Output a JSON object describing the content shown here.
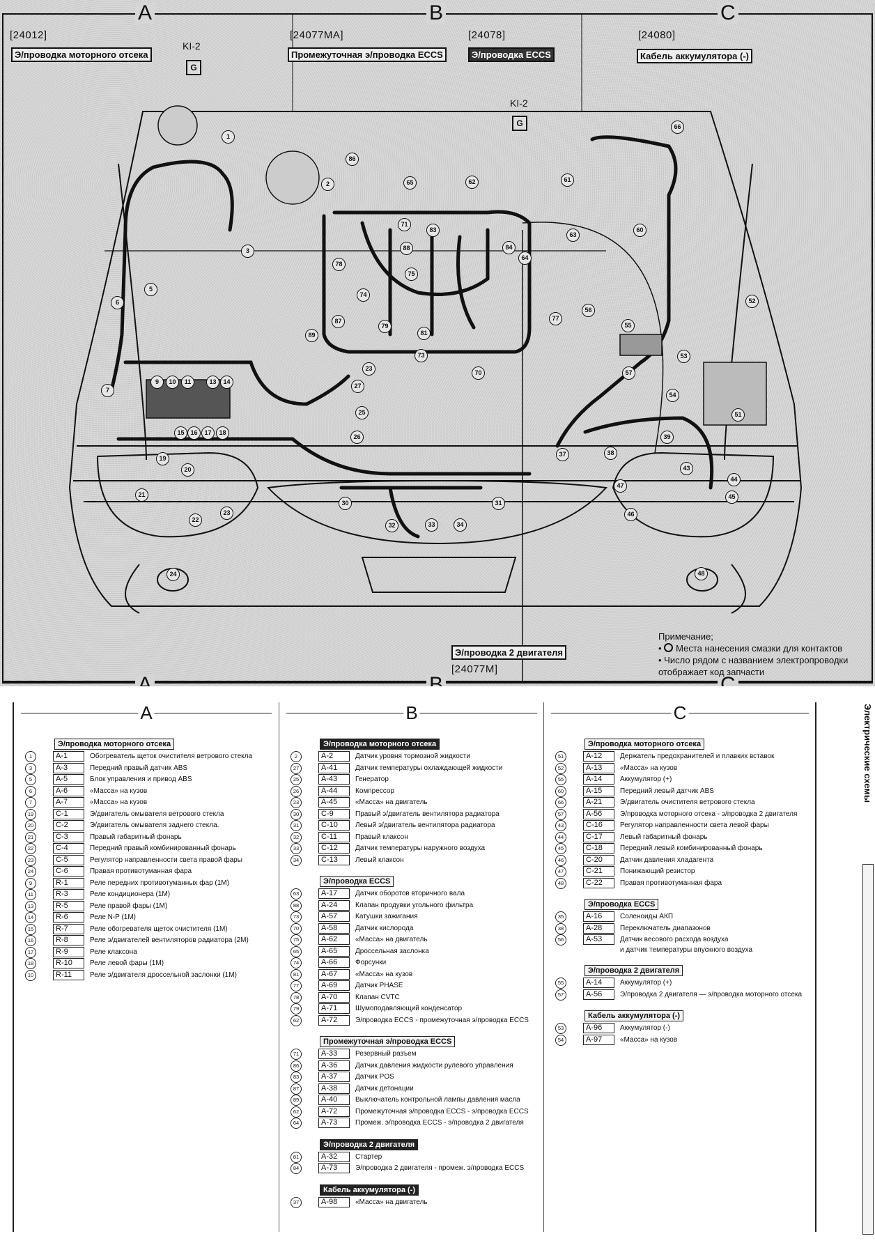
{
  "diagram": {
    "column_letters": [
      "A",
      "B",
      "C"
    ],
    "harness_labels": [
      {
        "code": "[24012]",
        "title": "Э/проводка моторного отсека",
        "style": "light"
      },
      {
        "code": "[24077MA]",
        "title": "Промежуточная э/проводка ECCS",
        "style": "light"
      },
      {
        "code": "[24078]",
        "title": "Э/проводка ECCS",
        "style": "dark"
      },
      {
        "code": "[24080]",
        "title": "Кабель аккумулятора (-)",
        "style": "light"
      },
      {
        "code": "[24077M]",
        "title": "Э/проводка 2 двигателя",
        "style": "light"
      }
    ],
    "ground_refs": [
      {
        "label": "KI-2",
        "box": "G"
      },
      {
        "label": "KI-2",
        "box": "G"
      }
    ],
    "callouts": [
      "1",
      "2",
      "3",
      "5",
      "6",
      "7",
      "9",
      "10",
      "11",
      "13",
      "14",
      "15",
      "16",
      "17",
      "18",
      "19",
      "20",
      "21",
      "22",
      "23",
      "24",
      "23",
      "27",
      "25",
      "26",
      "30",
      "31",
      "32",
      "33",
      "34",
      "37",
      "38",
      "39",
      "43",
      "44",
      "45",
      "46",
      "47",
      "48",
      "51",
      "52",
      "53",
      "54",
      "55",
      "56",
      "57",
      "60",
      "61",
      "62",
      "63",
      "64",
      "65",
      "66",
      "70",
      "71",
      "73",
      "74",
      "75",
      "77",
      "78",
      "79",
      "81",
      "83",
      "84",
      "86",
      "87",
      "88",
      "89"
    ],
    "note": {
      "title": "Примечание;",
      "items": [
        "Места нанесения смазки для контактов",
        "Число рядом с названием электропроводки отображает код запчасти"
      ]
    }
  },
  "legend": {
    "columns": [
      {
        "letter": "A",
        "sections": [
          {
            "title": "Э/проводка моторного отсека",
            "style": "light",
            "items": [
              {
                "num": "1",
                "code": "A-1",
                "desc": "Обогреватель щеток очистителя ветрового стекла"
              },
              {
                "num": "3",
                "code": "A-3",
                "desc": "Передний правый датчик ABS"
              },
              {
                "num": "5",
                "code": "A-5",
                "desc": "Блок управления и привод ABS"
              },
              {
                "num": "6",
                "code": "A-6",
                "desc": "«Масса» на кузов"
              },
              {
                "num": "7",
                "code": "A-7",
                "desc": "«Масса» на кузов"
              },
              {
                "num": "19",
                "code": "C-1",
                "desc": "Э/двигатель омывателя ветрового стекла"
              },
              {
                "num": "20",
                "code": "C-2",
                "desc": "Э/двигатель омывателя заднего стекла."
              },
              {
                "num": "21",
                "code": "C-3",
                "desc": "Правый габаритный фонарь"
              },
              {
                "num": "22",
                "code": "C-4",
                "desc": "Передний правый комбинированный фонарь"
              },
              {
                "num": "23",
                "code": "C-5",
                "desc": "Регулятор направленности света правой фары"
              },
              {
                "num": "24",
                "code": "C-6",
                "desc": "Правая противотуманная фара"
              },
              {
                "num": "9",
                "code": "R-1",
                "desc": "Реле передних противотуманных фар (1M)"
              },
              {
                "num": "11",
                "code": "R-3",
                "desc": "Реле кондиционера (1M)"
              },
              {
                "num": "13",
                "code": "R-5",
                "desc": "Реле правой фары (1M)"
              },
              {
                "num": "14",
                "code": "R-6",
                "desc": "Реле N-P (1M)"
              },
              {
                "num": "15",
                "code": "R-7",
                "desc": "Реле обогревателя щеток очистителя (1M)"
              },
              {
                "num": "16",
                "code": "R-8",
                "desc": "Реле э/двигателей вентиляторов радиатора (2M)"
              },
              {
                "num": "17",
                "code": "R-9",
                "desc": "Реле клаксона"
              },
              {
                "num": "18",
                "code": "R-10",
                "desc": "Реле левой фары (1M)"
              },
              {
                "num": "10",
                "code": "R-11",
                "desc": "Реле э/двигателя дроссельной заслонки (1M)"
              }
            ]
          }
        ]
      },
      {
        "letter": "B",
        "sections": [
          {
            "title": "Э/проводка моторного отсека",
            "style": "dark",
            "items": [
              {
                "num": "2",
                "code": "A-2",
                "desc": "Датчик уровня тормозной жидкости"
              },
              {
                "num": "27",
                "code": "A-41",
                "desc": "Датчик температуры охлаждающей жидкости"
              },
              {
                "num": "25",
                "code": "A-43",
                "desc": "Генератор"
              },
              {
                "num": "26",
                "code": "A-44",
                "desc": "Компрессор"
              },
              {
                "num": "23",
                "code": "A-45",
                "desc": "«Масса» на двигатель"
              },
              {
                "num": "30",
                "code": "C-9",
                "desc": "Правый э/двигатель вентилятора радиатора"
              },
              {
                "num": "31",
                "code": "C-10",
                "desc": "Левый э/двигатель вентилятора радиатора"
              },
              {
                "num": "32",
                "code": "C-11",
                "desc": "Правый клаксон"
              },
              {
                "num": "33",
                "code": "C-12",
                "desc": "Датчик температуры наружного воздуха"
              },
              {
                "num": "34",
                "code": "C-13",
                "desc": "Левый клаксон"
              }
            ]
          },
          {
            "title": "Э/проводка ECCS",
            "style": "light",
            "items": [
              {
                "num": "63",
                "code": "A-17",
                "desc": "Датчик оборотов вторичного вала"
              },
              {
                "num": "88",
                "code": "A-24",
                "desc": "Клапан продувки угольного фильтра"
              },
              {
                "num": "73",
                "code": "A-57",
                "desc": "Катушки зажигания"
              },
              {
                "num": "70",
                "code": "A-58",
                "desc": "Датчик кислорода"
              },
              {
                "num": "75",
                "code": "A-62",
                "desc": "«Масса» на двигатель"
              },
              {
                "num": "65",
                "code": "A-65",
                "desc": "Дроссельная заслонка"
              },
              {
                "num": "74",
                "code": "A-66",
                "desc": "Форсунки"
              },
              {
                "num": "81",
                "code": "A-67",
                "desc": "«Масса» на кузов"
              },
              {
                "num": "77",
                "code": "A-69",
                "desc": "Датчик PHASE"
              },
              {
                "num": "78",
                "code": "A-70",
                "desc": "Клапан CVTC"
              },
              {
                "num": "79",
                "code": "A-71",
                "desc": "Шумоподавляющий конденсатор"
              },
              {
                "num": "62",
                "code": "A-72",
                "desc": "Э/проводка ECCS - промежуточная э/проводка ECCS"
              }
            ]
          },
          {
            "title": "Промежуточная э/проводка ECCS",
            "style": "light",
            "items": [
              {
                "num": "71",
                "code": "A-33",
                "desc": "Резервный разъем"
              },
              {
                "num": "86",
                "code": "A-36",
                "desc": "Датчик давления жидкости рулевого управления"
              },
              {
                "num": "83",
                "code": "A-37",
                "desc": "Датчик POS"
              },
              {
                "num": "87",
                "code": "A-38",
                "desc": "Датчик детонации"
              },
              {
                "num": "89",
                "code": "A-40",
                "desc": "Выключатель контрольной лампы давления масла"
              },
              {
                "num": "62",
                "code": "A-72",
                "desc": "Промежуточная э/проводка ECCS - э/проводка ECCS"
              },
              {
                "num": "64",
                "code": "A-73",
                "desc": "Промеж. э/проводка ECCS - э/проводка 2 двигателя"
              }
            ]
          },
          {
            "title": "Э/проводка 2 двигателя",
            "style": "dark",
            "items": [
              {
                "num": "81",
                "code": "A-32",
                "desc": "Стартер"
              },
              {
                "num": "84",
                "code": "A-73",
                "desc": "Э/проводка 2 двигателя - промеж. э/проводка ECCS"
              }
            ]
          },
          {
            "title": "Кабель аккумулятора (-)",
            "style": "dark",
            "items": [
              {
                "num": "37",
                "code": "A-98",
                "desc": "«Масса» на двигатель"
              }
            ]
          }
        ]
      },
      {
        "letter": "C",
        "sections": [
          {
            "title": "Э/проводка моторного отсека",
            "style": "light",
            "items": [
              {
                "num": "51",
                "code": "A-12",
                "desc": "Держатель предохранителей и плавких вставок"
              },
              {
                "num": "52",
                "code": "A-13",
                "desc": "«Масса» на кузов"
              },
              {
                "num": "55",
                "code": "A-14",
                "desc": "Аккумулятор (+)"
              },
              {
                "num": "60",
                "code": "A-15",
                "desc": "Передний левый датчик ABS"
              },
              {
                "num": "66",
                "code": "A-21",
                "desc": "Э/двигатель очистителя ветрового стекла"
              },
              {
                "num": "57",
                "code": "A-56",
                "desc": "Э/проводка моторного отсека - э/проводка 2 двигателя"
              },
              {
                "num": "43",
                "code": "C-16",
                "desc": "Регулятор направленности света левой фары"
              },
              {
                "num": "44",
                "code": "C-17",
                "desc": "Левый габаритный фонарь"
              },
              {
                "num": "45",
                "code": "C-18",
                "desc": "Передний левый комбинированный фонарь"
              },
              {
                "num": "46",
                "code": "C-20",
                "desc": "Датчик давления хладагента"
              },
              {
                "num": "47",
                "code": "C-21",
                "desc": "Понижающий резистор"
              },
              {
                "num": "48",
                "code": "C-22",
                "desc": "Правая противотуманная фара"
              }
            ]
          },
          {
            "title": "Э/проводка ECCS",
            "style": "light",
            "items": [
              {
                "num": "35",
                "code": "A-16",
                "desc": "Соленоиды АКП"
              },
              {
                "num": "38",
                "code": "A-28",
                "desc": "Переключатель диапазонов"
              },
              {
                "num": "56",
                "code": "A-53",
                "desc": "Датчик весового расхода воздуха\nи датчик температуры впускного воздуха"
              }
            ]
          },
          {
            "title": "Э/проводка 2 двигателя",
            "style": "light",
            "items": [
              {
                "num": "55",
                "code": "A-14",
                "desc": "Аккумулятор (+)"
              },
              {
                "num": "57",
                "code": "A-56",
                "desc": "Э/проводка 2 двигателя — э/проводка моторного отсека"
              }
            ]
          },
          {
            "title": "Кабель аккумулятора (-)",
            "style": "light",
            "items": [
              {
                "num": "53",
                "code": "A-96",
                "desc": "Аккумулятор (-)"
              },
              {
                "num": "54",
                "code": "A-97",
                "desc": "«Масса» на кузов"
              }
            ]
          }
        ]
      }
    ]
  },
  "side_title": "Электрические схемы"
}
